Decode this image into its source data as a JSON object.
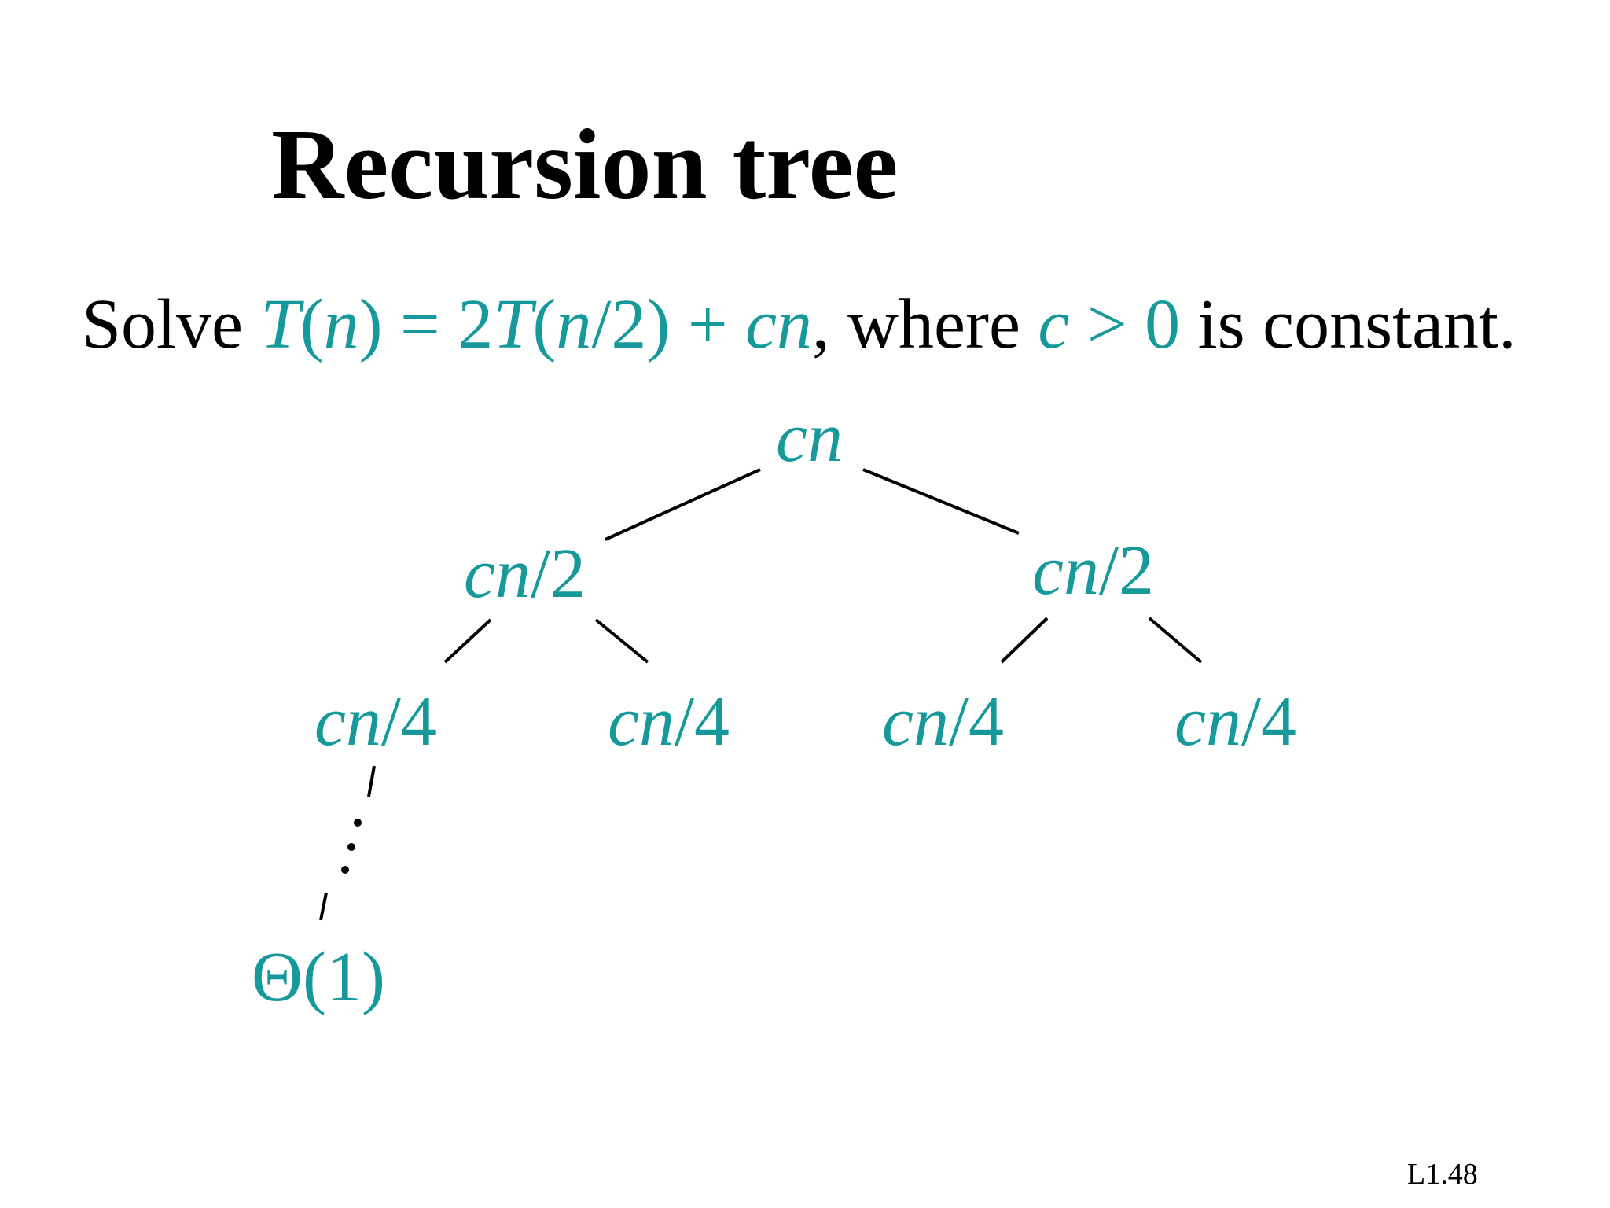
{
  "slide": {
    "title": "Recursion tree",
    "slide_number": "L1.48"
  },
  "problem": {
    "solve": "Solve ",
    "T": "T",
    "open_paren": "(",
    "n": "n",
    "close_eq": ") = 2",
    "T2": "T",
    "open_paren2": "(",
    "n2": "n",
    "div_two_plus": "/2) + ",
    "cn": "cn",
    "where": ", where ",
    "c": "c",
    "gt_zero": " > 0",
    "is_constant": " is constant."
  },
  "tree": {
    "root": {
      "cn": "cn",
      "suffix": ""
    },
    "level1": [
      {
        "cn": "cn",
        "suffix": "/2"
      },
      {
        "cn": "cn",
        "suffix": "/2"
      }
    ],
    "level2": [
      {
        "cn": "cn",
        "suffix": "/4"
      },
      {
        "cn": "cn",
        "suffix": "/4"
      },
      {
        "cn": "cn",
        "suffix": "/4"
      },
      {
        "cn": "cn",
        "suffix": "/4"
      }
    ],
    "leaf": "Θ(1)"
  },
  "colors": {
    "accent": "#16999b",
    "text": "#000000",
    "background": "#ffffff"
  }
}
